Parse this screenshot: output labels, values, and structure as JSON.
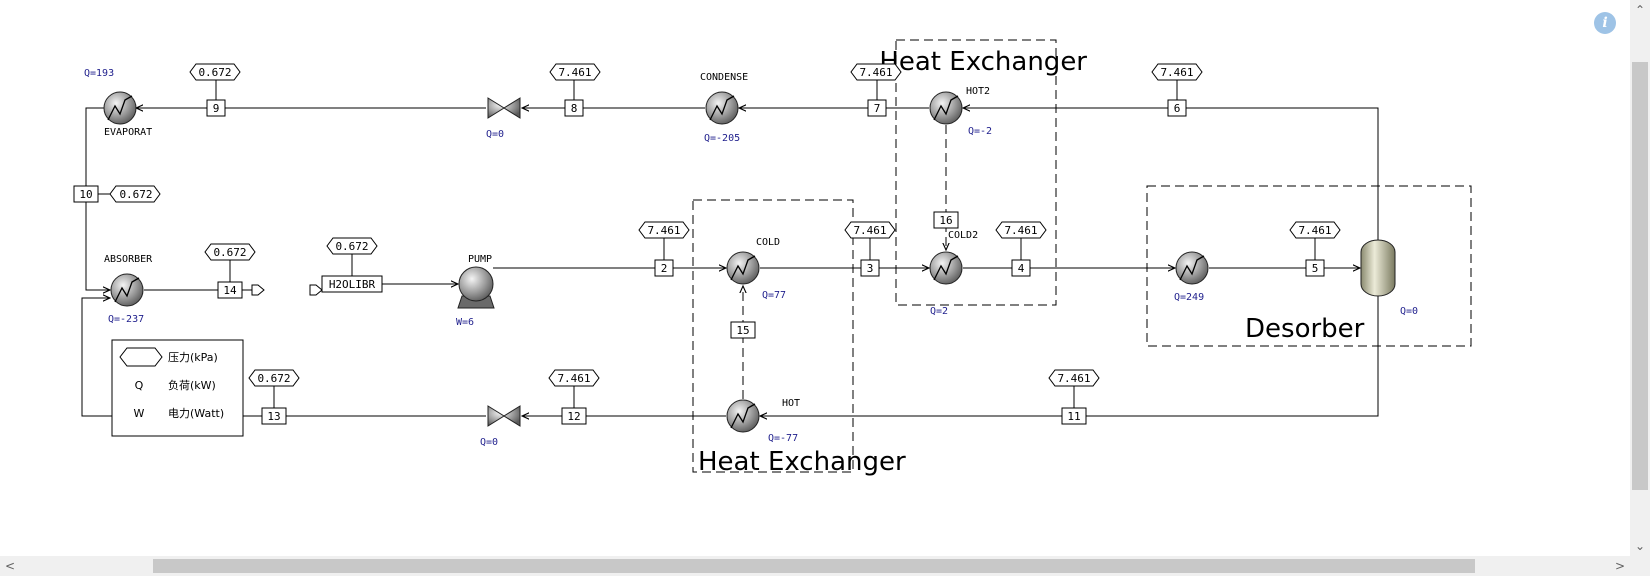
{
  "labels": {
    "heat_exchanger_top": "Heat Exchanger",
    "heat_exchanger_bottom": "Heat Exchanger",
    "desorber": "Desorber"
  },
  "blocks": {
    "evaporat": {
      "name": "EVAPORAT",
      "duty": "Q=193"
    },
    "condense": {
      "name": "CONDENSE",
      "duty": "Q=-205"
    },
    "hot2": {
      "name": "HOT2",
      "duty": "Q=-2"
    },
    "cold2": {
      "name": "COLD2",
      "duty": "Q=2"
    },
    "absorber": {
      "name": "ABSORBER",
      "duty": "Q=-237"
    },
    "pump": {
      "name": "PUMP",
      "duty": "W=6"
    },
    "cold": {
      "name": "COLD",
      "duty": "Q=77"
    },
    "hot": {
      "name": "HOT",
      "duty": "Q=-77"
    },
    "heater5": {
      "duty": "Q=249"
    },
    "flash": {
      "duty": "Q=0"
    },
    "valve_top": {
      "duty": "Q=0"
    },
    "valve_bottom": {
      "duty": "Q=0"
    },
    "feed": {
      "name": "H2OLIBR"
    }
  },
  "streams": {
    "s2": {
      "id": "2",
      "pressure": "7.461"
    },
    "s3": {
      "id": "3",
      "pressure": "7.461"
    },
    "s4": {
      "id": "4",
      "pressure": "7.461"
    },
    "s5": {
      "id": "5",
      "pressure": "7.461"
    },
    "s6": {
      "id": "6",
      "pressure": "7.461"
    },
    "s7": {
      "id": "7",
      "pressure": "7.461"
    },
    "s8": {
      "id": "8",
      "pressure": "7.461"
    },
    "s9": {
      "id": "9",
      "pressure": "0.672"
    },
    "s10": {
      "id": "10",
      "pressure": "0.672"
    },
    "s11": {
      "id": "11",
      "pressure": "7.461"
    },
    "s12": {
      "id": "12",
      "pressure": "7.461"
    },
    "s13": {
      "id": "13",
      "pressure": "0.672"
    },
    "s14": {
      "id": "14",
      "pressure": "0.672"
    },
    "s15": {
      "id": "15"
    },
    "s16": {
      "id": "16"
    },
    "feed": {
      "pressure": "0.672"
    }
  },
  "legend": {
    "pressure": "压力(kPa)",
    "q_symbol": "Q",
    "q_label": "负荷(kW)",
    "w_symbol": "W",
    "w_label": "电力(Watt)"
  },
  "scrollbars": {
    "up": "⌃",
    "down": "⌄",
    "left": "<",
    "right": ">"
  },
  "info_icon": "i"
}
